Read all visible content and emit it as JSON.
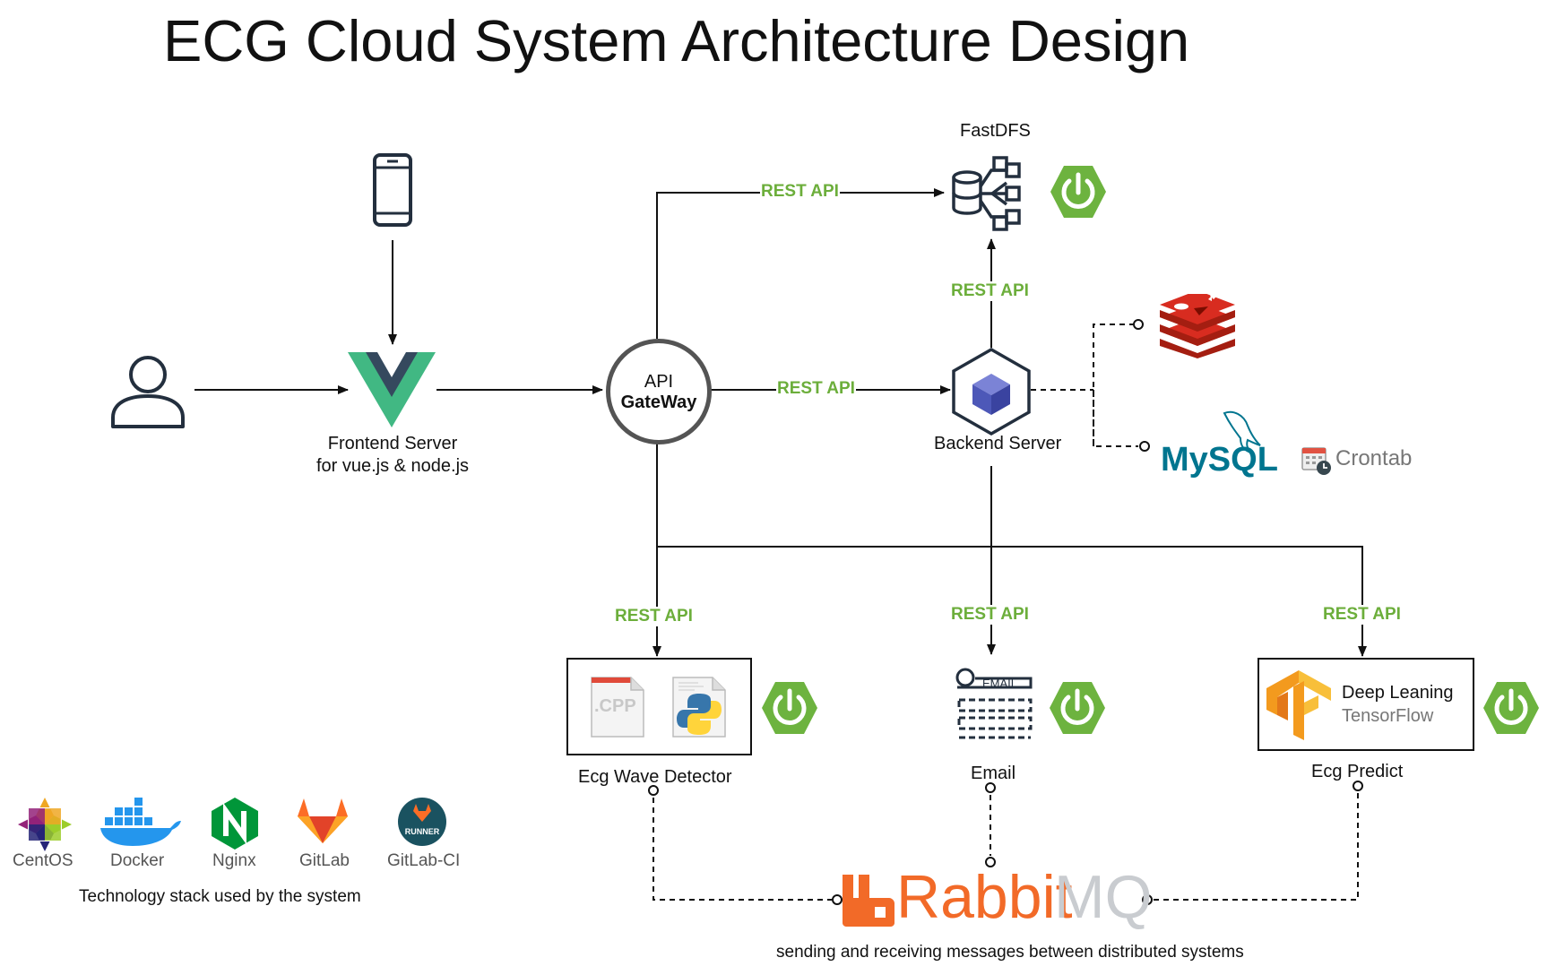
{
  "title": "ECG Cloud System Architecture Design",
  "nodes": {
    "frontend": {
      "line1": "Frontend Server",
      "line2": "for vue.js & node.js"
    },
    "gateway": {
      "line1": "API",
      "line2": "GateWay"
    },
    "fastdfs": {
      "label": "FastDFS"
    },
    "backend": {
      "label": "Backend Server"
    },
    "ecg_wave": {
      "label": "Ecg Wave Detector",
      "file_label": ".CPP"
    },
    "email": {
      "label": "Email",
      "icon_text": "EMAIL"
    },
    "ecg_predict": {
      "label": "Ecg Predict",
      "inner_title": "Deep Leaning",
      "inner_subtitle": "TensorFlow"
    },
    "mysql": {
      "label": "MySQL"
    },
    "crontab": {
      "label": "Crontab"
    },
    "rabbitmq": {
      "label_a": "Rabbit",
      "label_b": "MQ",
      "caption": "sending and receiving messages between distributed systems"
    }
  },
  "edges": {
    "gateway_fastdfs": "REST API",
    "gateway_backend": "REST API",
    "backend_fastdfs": "REST API",
    "to_wave": "REST API",
    "to_email": "REST API",
    "to_predict": "REST API"
  },
  "tech_stack": {
    "items": [
      "CentOS",
      "Docker",
      "Nginx",
      "GitLab",
      "GitLab-CI"
    ],
    "runner_text": "RUNNER",
    "caption": "Technology stack used by the system"
  },
  "colors": {
    "rest": "#6cae3b",
    "spring": "#6db33f",
    "vue_green": "#41b883",
    "vue_dark": "#35495e",
    "redis": "#c6302b",
    "mysql_blue": "#00758f",
    "mysql_orange": "#f29111",
    "rabbit": "#f26a28",
    "tensorflow": "#f39a1e"
  }
}
